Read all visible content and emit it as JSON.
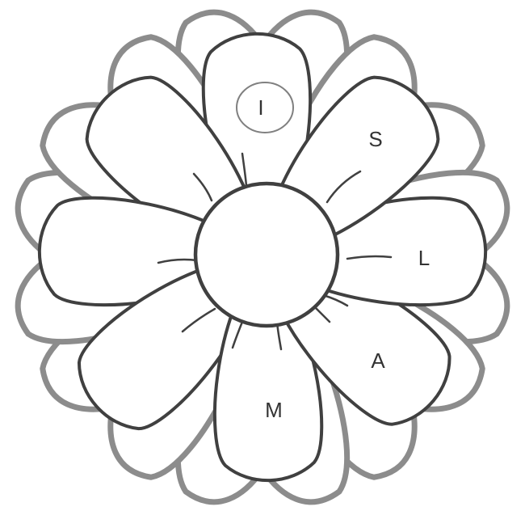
{
  "letters": {
    "top": "I",
    "upper_right": "S",
    "right": "L",
    "lower_right": "A",
    "bottom": "M"
  },
  "colors": {
    "back_petal_stroke": "#8c8c8c",
    "front_petal_stroke": "#404040",
    "letter_ring_stroke": "#808080",
    "background": "#ffffff"
  }
}
